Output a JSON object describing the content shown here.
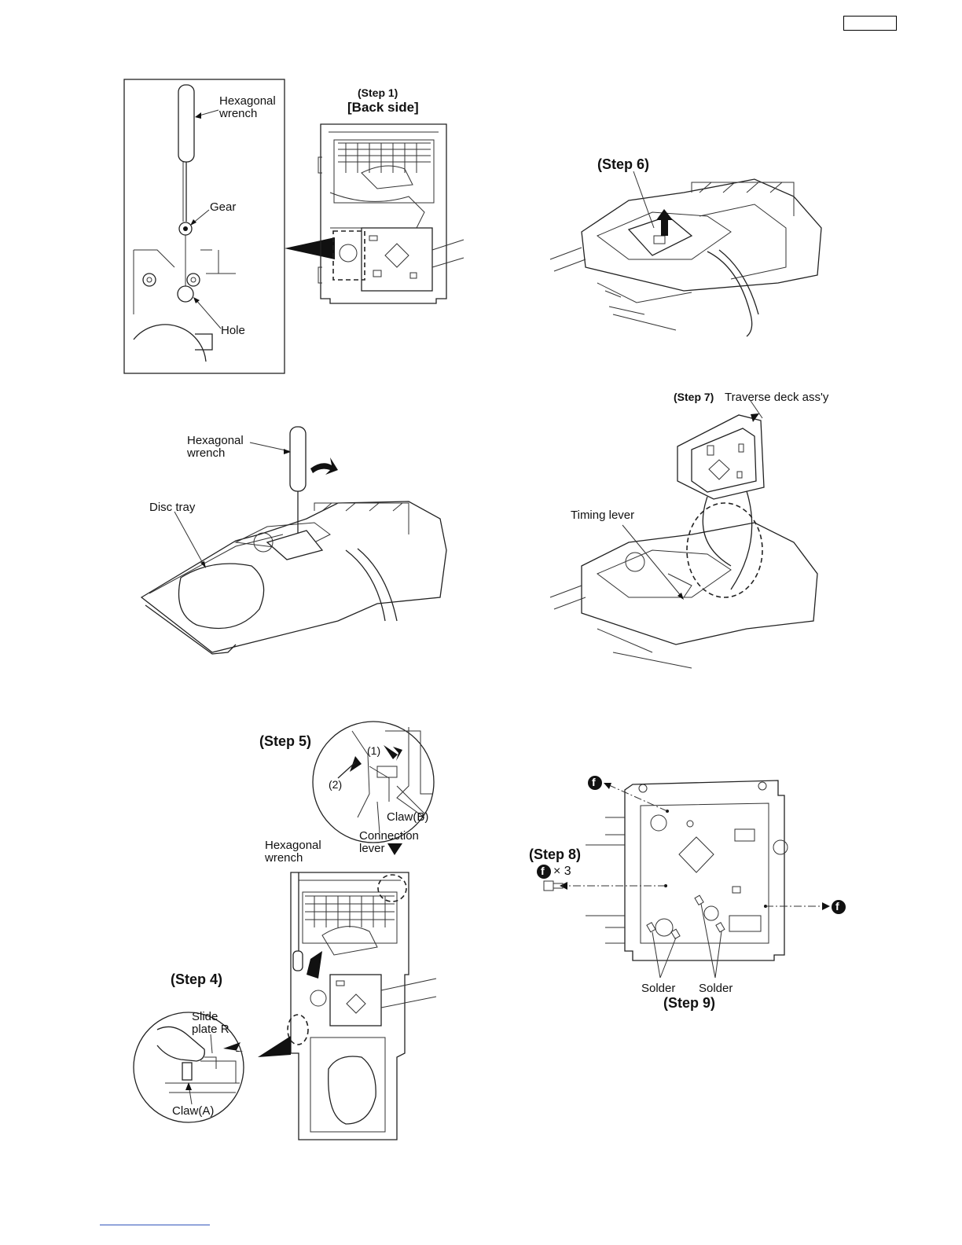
{
  "labels": {
    "hexagonal_wrench_line1": "Hexagonal",
    "hexagonal_wrench_line2": "wrench",
    "gear": "Gear",
    "hole": "Hole",
    "step1": "(Step 1)",
    "back_side": "[Back side]",
    "step6": "(Step 6)",
    "hex2_line1": "Hexagonal",
    "hex2_line2": "wrench",
    "disc_tray": "Disc tray",
    "step7": "(Step 7)",
    "traverse_deck": "Traverse deck ass'y",
    "timing_lever": "Timing lever",
    "step5": "(Step 5)",
    "num1": "(1)",
    "num2": "(2)",
    "claw_b": "Claw(B)",
    "connection_line1": "Connection",
    "connection_line2": "lever",
    "hex3_line1": "Hexagonal",
    "hex3_line2": "wrench",
    "step4": "(Step 4)",
    "slide_line1": "Slide",
    "slide_line2": "plate R",
    "claw_a": "Claw(A)",
    "step8": "(Step 8)",
    "screw_count": "× 3",
    "screw_glyph": "f",
    "solder1": "Solder",
    "solder2": "Solder",
    "step9": "(Step 9)"
  },
  "icons": [
    "screw-f-icon",
    "arrow-icon"
  ]
}
